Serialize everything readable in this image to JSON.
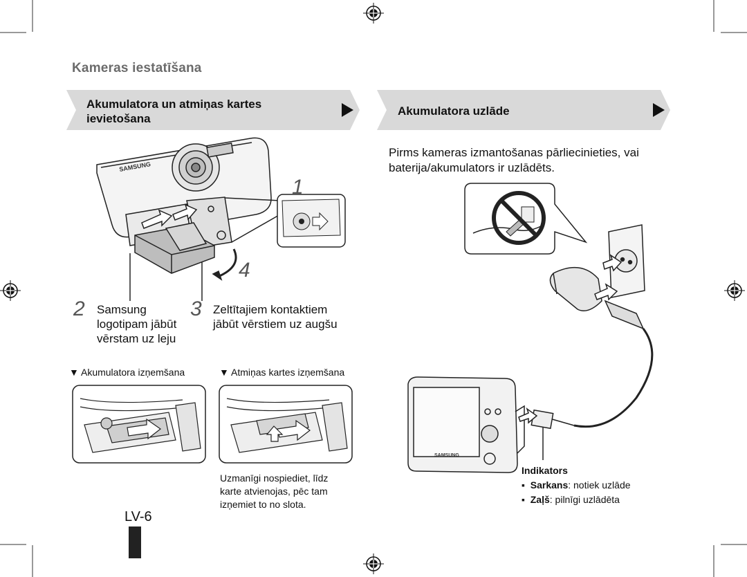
{
  "section_title": "Kameras iestatīšana",
  "left_banner": {
    "line1": "Akumulatora un atmiņas kartes",
    "line2": "ievietošana"
  },
  "right_banner": {
    "title": "Akumulatora uzlāde"
  },
  "steps": {
    "step1_num": "1",
    "step4_num": "4",
    "step2": {
      "num": "2",
      "line1": "Samsung",
      "line2": "logotipam jābūt",
      "line3": "vērstam uz leju"
    },
    "step3": {
      "num": "3",
      "line1": "Zeltītajiem kontaktiem",
      "line2": "jābūt vērstiem uz augšu"
    }
  },
  "removal": {
    "battery_caption": "Akumulatora izņemšana",
    "card_caption": "Atmiņas kartes izņemšana",
    "note": {
      "line1": "Uzmanīgi nospiediet, līdz",
      "line2": "karte atvienojas, pēc tam",
      "line3": "izņemiet to no slota."
    }
  },
  "charging": {
    "intro_line1": "Pirms kameras izmantošanas pārliecinieties, vai",
    "intro_line2": "baterija/akumulators ir uzlādēts.",
    "indicators_title": "Indikators",
    "items": [
      {
        "term": "Sarkans",
        "desc": ": notiek uzlāde"
      },
      {
        "term": "Zaļš",
        "desc": ": pilnīgi uzlādēta"
      }
    ]
  },
  "brand_text": "SAMSUNG",
  "page_label": "LV-6",
  "icons": [
    "registration-mark-icon",
    "triangle-down-icon",
    "no-plug-icon",
    "arrow-right-icon"
  ]
}
